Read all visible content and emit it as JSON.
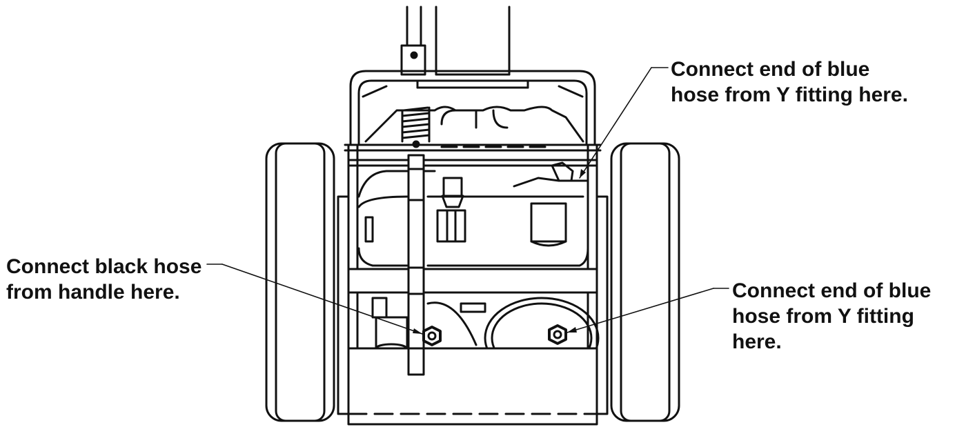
{
  "colors": {
    "ink": "#111111",
    "background": "#ffffff"
  },
  "callouts": {
    "top_right": [
      "Connect end of blue",
      "hose from Y fitting here."
    ],
    "left": [
      "Connect black hose",
      "from handle here."
    ],
    "bottom_right": [
      "Connect end of blue",
      "hose from Y fitting",
      "here."
    ]
  }
}
